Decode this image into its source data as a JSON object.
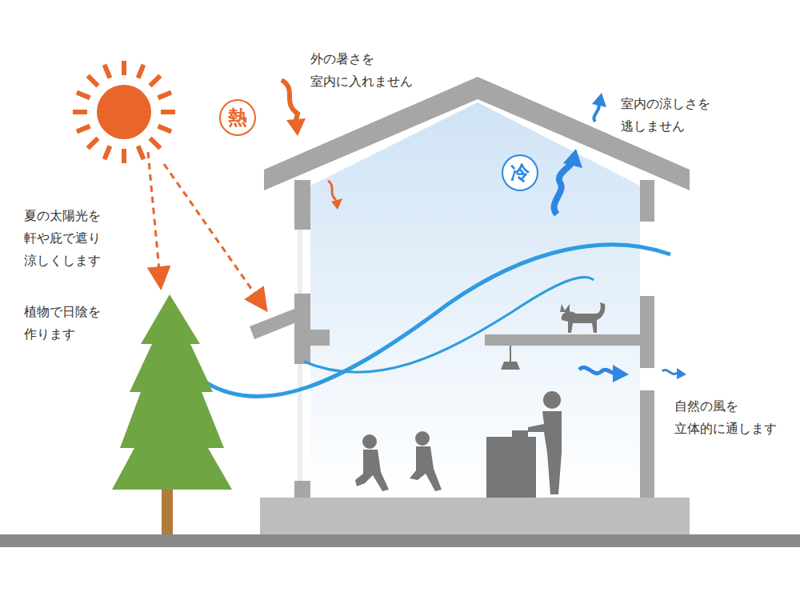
{
  "diagram": {
    "nodes": [
      {
        "text": [
          "熱"
        ]
      },
      {
        "text": [
          "冷"
        ]
      }
    ],
    "labels": [
      "外の暑さを 室内に入れません",
      "室内の涼しさを 逃しません",
      "夏の太陽光を 軒や庇で遮り 涼しくします",
      "植物で日陰を 作ります",
      "自然の風を 立体的に通します"
    ]
  }
}
